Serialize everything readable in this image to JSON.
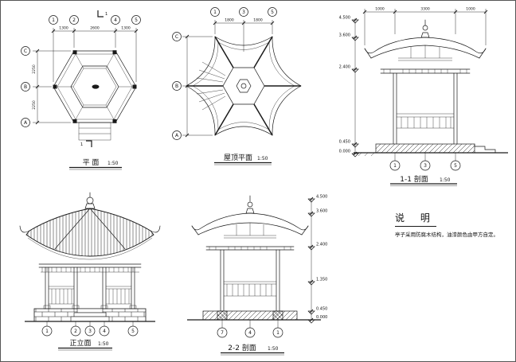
{
  "sheet": {
    "background": "#ffffff",
    "line_color": "#1a1a1a"
  },
  "plan": {
    "title": "平 面",
    "scale": "1:50",
    "bubbles_top": [
      "1",
      "2",
      "4",
      "5"
    ],
    "dims_top": [
      "1300",
      "2600",
      "1300"
    ],
    "bubbles_left": [
      "C",
      "B",
      "A"
    ],
    "dims_left": [
      "2250",
      "2250"
    ],
    "cut_label": "1"
  },
  "roof_plan": {
    "title": "屋顶平面",
    "scale": "1:50",
    "bubbles_top": [
      "1",
      "3",
      "5"
    ],
    "dims_top": [
      "1800",
      "1800"
    ],
    "bubbles_left": [
      "C",
      "B",
      "A"
    ]
  },
  "section_1_1": {
    "title": "1-1 剖面",
    "scale": "1:50",
    "dims_top": [
      "1000",
      "3300",
      "1000"
    ],
    "levels": [
      "4.500",
      "3.600",
      "2.400",
      "0.450",
      "0.000"
    ],
    "bubbles_bottom": [
      "1",
      "3",
      "5"
    ]
  },
  "elevation": {
    "title": "正立面",
    "scale": "1:50",
    "bubbles_bottom": [
      "1",
      "2",
      "3",
      "4",
      "5"
    ]
  },
  "section_2_2": {
    "title": "2-2 剖面",
    "scale": "1:50",
    "levels": [
      "4.500",
      "3.600",
      "2.400",
      "1.350",
      "0.450",
      "0.000"
    ],
    "bubbles_bottom": [
      "7",
      "4",
      "1"
    ]
  },
  "notes": {
    "heading": "说  明",
    "body": "亭子采用防腐木结构，油漆颜色由甲方自定。"
  }
}
